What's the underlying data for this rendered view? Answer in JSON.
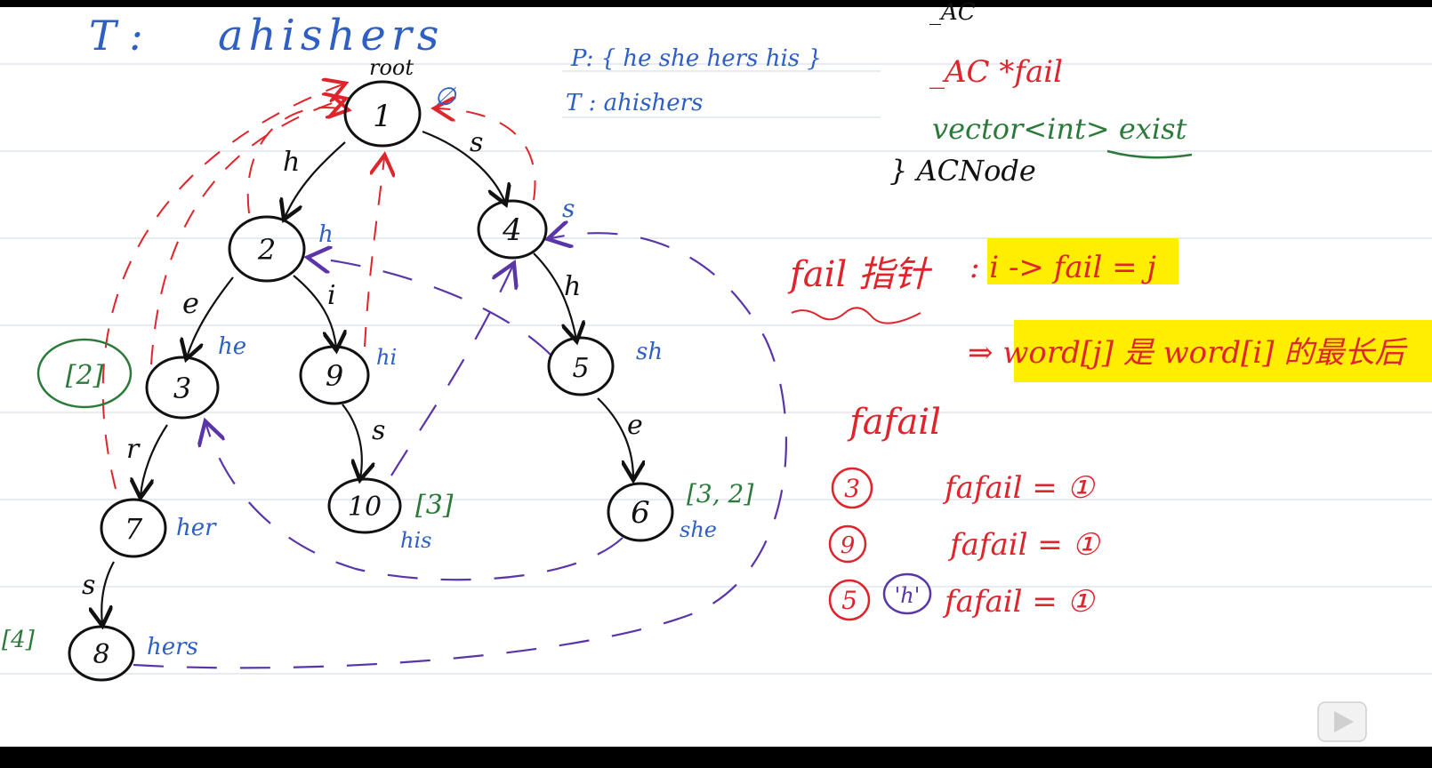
{
  "board": {
    "title_prefix": "T :",
    "title_text": "ahishers",
    "pattern_line": "P: { he  she  hers  his }",
    "text_line": "T :   ahishers",
    "root_label": "root",
    "root_empty": "∅"
  },
  "code": {
    "line_top": "_AC",
    "line_fail": "_AC *fail",
    "line_vector": "vector<int> exist",
    "line_close": "} ACNode"
  },
  "trie": {
    "nodes": [
      {
        "id": "1",
        "label": ""
      },
      {
        "id": "2",
        "label": "h"
      },
      {
        "id": "4",
        "label": "s"
      },
      {
        "id": "3",
        "label": "he"
      },
      {
        "id": "9",
        "label": "hi"
      },
      {
        "id": "5",
        "label": "sh"
      },
      {
        "id": "7",
        "label": "her"
      },
      {
        "id": "10",
        "label": "his"
      },
      {
        "id": "6",
        "label": "she"
      },
      {
        "id": "8",
        "label": "hers"
      }
    ],
    "edges": [
      {
        "char": "h"
      },
      {
        "char": "s"
      },
      {
        "char": "e"
      },
      {
        "char": "i"
      },
      {
        "char": "h"
      },
      {
        "char": "r"
      },
      {
        "char": "s"
      },
      {
        "char": "e"
      },
      {
        "char": "s"
      }
    ],
    "exist_tags": {
      "node3": "[2]",
      "node10": "[3]",
      "node6": "[3, 2]",
      "node8": "[4]"
    }
  },
  "notes": {
    "fail_title": "fail 指针",
    "fail_def": ": i -> fail = j",
    "implies": "⇒ word[j] 是 word[i] 的最长后",
    "fafail_title": "fafail",
    "rows": [
      {
        "circle": "3",
        "extra": "",
        "text": "fafail = ①"
      },
      {
        "circle": "9",
        "extra": "",
        "text": "fafail = ①"
      },
      {
        "circle": "5",
        "extra": "'h'",
        "text": "fafail = ①"
      }
    ]
  },
  "colors": {
    "paper": "#ffffff",
    "ink_blue": "#2f5fc2",
    "ink_red": "#e0242c",
    "ink_green": "#2b7a3a",
    "ink_purple": "#5a35a8",
    "highlight": "#ffee00"
  },
  "controls": {
    "play_icon": "play-icon"
  }
}
